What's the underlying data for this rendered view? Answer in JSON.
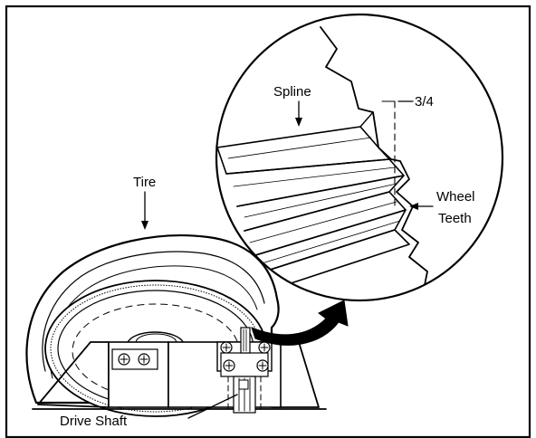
{
  "labels": {
    "spline": "Spline",
    "measurement": "3/4",
    "wheel_teeth_line1": "Wheel",
    "wheel_teeth_line2": "Teeth",
    "tire": "Tire",
    "drive_shaft": "Drive Shaft"
  }
}
